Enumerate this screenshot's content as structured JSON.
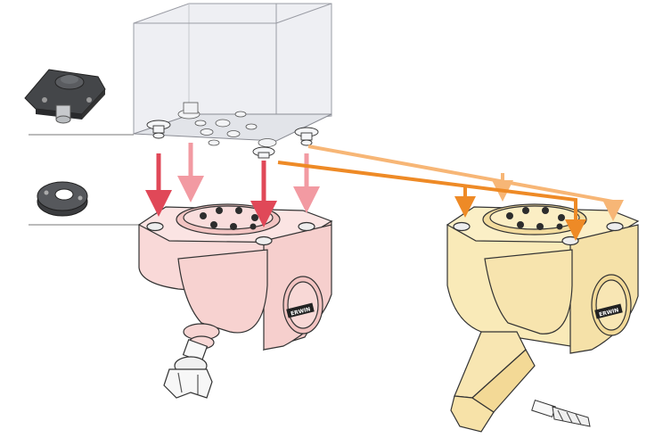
{
  "diagram": {
    "logo_text": "ERWIN",
    "parts": [
      "clamping-module",
      "reference-ring",
      "transparent-workpiece-block",
      "angle-head-pink",
      "angle-head-yellow",
      "milling-cutter",
      "extension-arm",
      "drill-bit"
    ],
    "colors": {
      "block": "#eeeff3",
      "pink_head": "#f9d9d8",
      "yellow_head": "#f9eab8",
      "arrow_red": "#e04858",
      "arrow_pink": "#f29aa2",
      "arrow_orange": "#ee8a26",
      "arrow_light_orange": "#f7b676",
      "outline": "#333333"
    }
  }
}
